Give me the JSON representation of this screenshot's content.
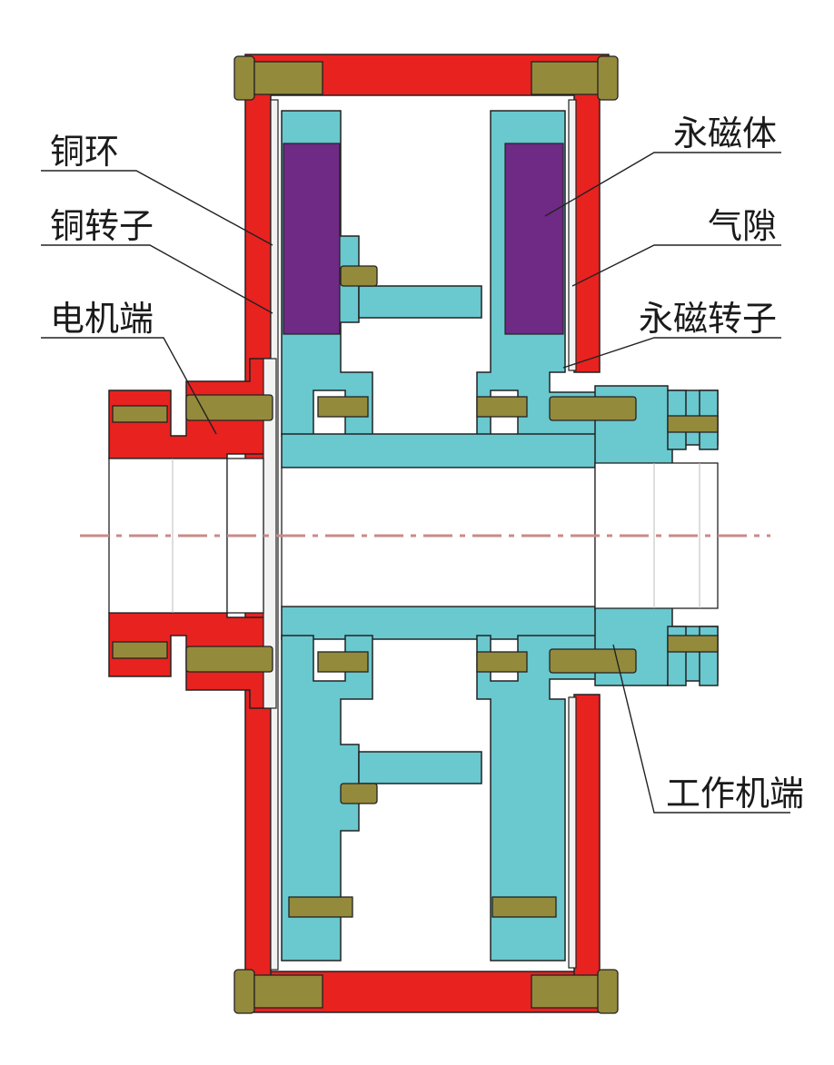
{
  "labels": {
    "copper_ring": "铜环",
    "copper_rotor": "铜转子",
    "motor_end": "电机端",
    "permanent_magnet": "永磁体",
    "air_gap": "气隙",
    "pm_rotor": "永磁转子",
    "load_end": "工作机端"
  },
  "colors": {
    "copper_part": "#e8221f",
    "pm_rotor": "#6ac8cf",
    "magnet": "#6e2a84",
    "bolt": "#948a3c",
    "outline": "#222222",
    "axis": "#c98a8a",
    "background": "#ffffff"
  }
}
